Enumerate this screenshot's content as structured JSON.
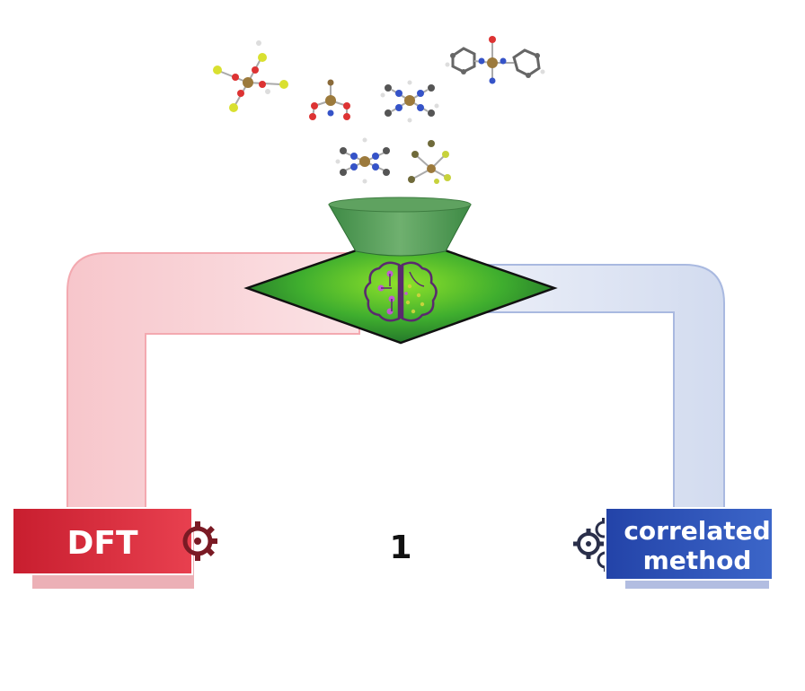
{
  "diagram": {
    "left_box": {
      "label": "DFT",
      "color": "#d42a3a"
    },
    "right_box": {
      "label_line1": "correlated",
      "label_line2": "method",
      "color": "#2c4db0"
    },
    "center_label": "1",
    "funnel_color": "#4f9a55",
    "diamond_color": "#3fae2e",
    "left_pipe_color": "#f6c9cd",
    "right_pipe_color": "#c8d3ec",
    "icons": {
      "brain": "brain-icon",
      "gear": "gear-icon"
    }
  }
}
